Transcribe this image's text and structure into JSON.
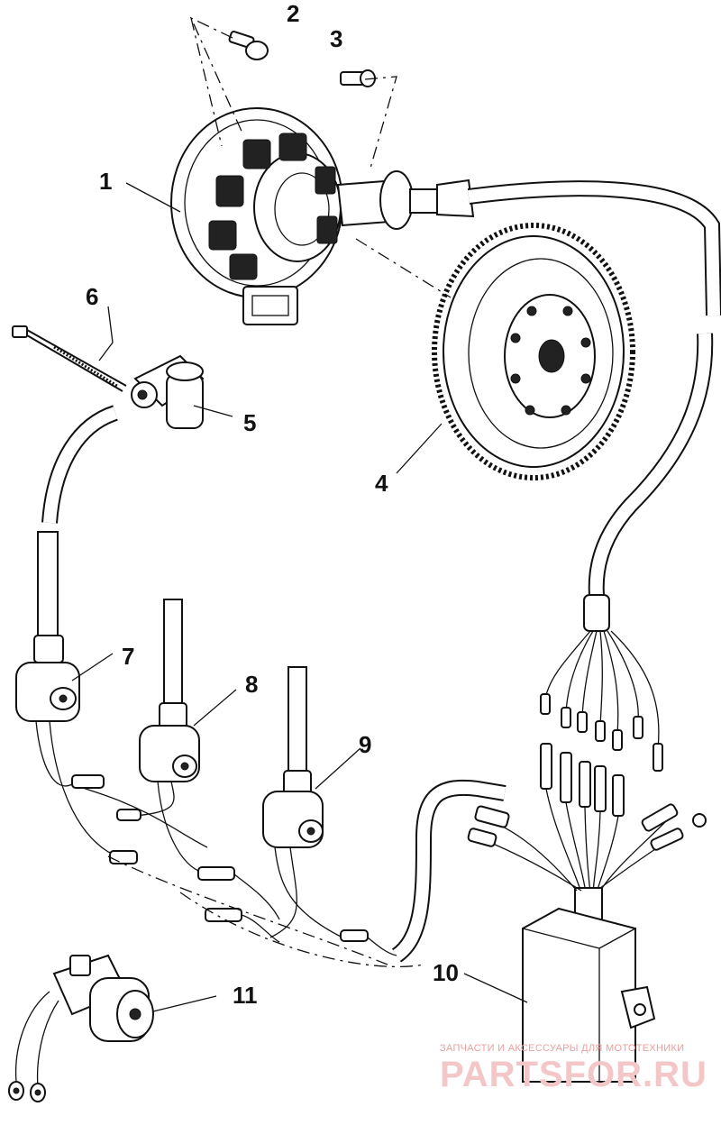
{
  "callouts": {
    "c1": "1",
    "c2": "2",
    "c3": "3",
    "c4": "4",
    "c5": "5",
    "c6": "6",
    "c7": "7",
    "c8": "8",
    "c9": "9",
    "c10": "10",
    "c11": "11"
  },
  "watermark": {
    "tagline": "ЗАПЧАСТИ И АКСЕССУАРЫ ДЛЯ МОТОТЕХНИКИ",
    "logo": "PARTSFOR.RU"
  },
  "colors": {
    "ink": "#111111",
    "background": "#ffffff",
    "watermark": "#f3c7c7"
  }
}
